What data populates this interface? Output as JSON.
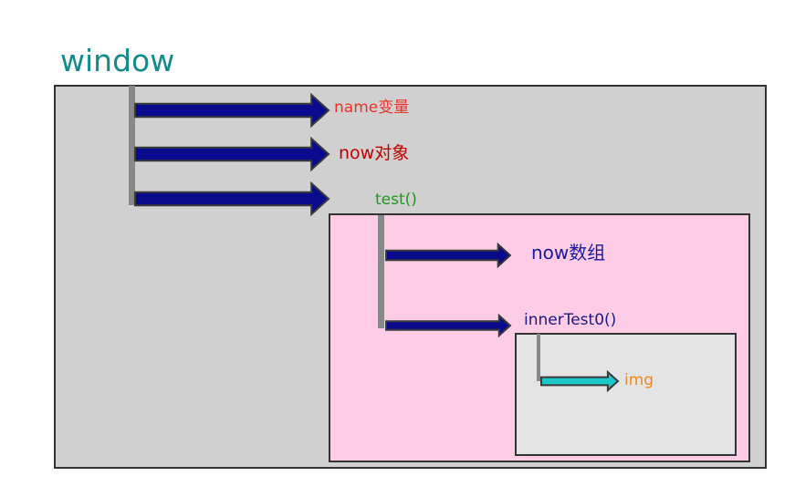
{
  "title": "window",
  "labels": {
    "name_var": "name变量",
    "now_obj": "now对象",
    "test_fn": "test()",
    "now_array": "now数组",
    "inner_fn": "innerTest0()",
    "img": "img"
  },
  "colors": {
    "title": "#138c8c",
    "name_var": "#e8352c",
    "now_obj": "#c00000",
    "test_fn": "#1e9a1e",
    "now_array": "#1a1aa0",
    "inner_fn": "#1a1a80",
    "img": "#f08a14",
    "arrow_dark": "#0a0a8c",
    "arrow_light": "#1ec8c8"
  }
}
